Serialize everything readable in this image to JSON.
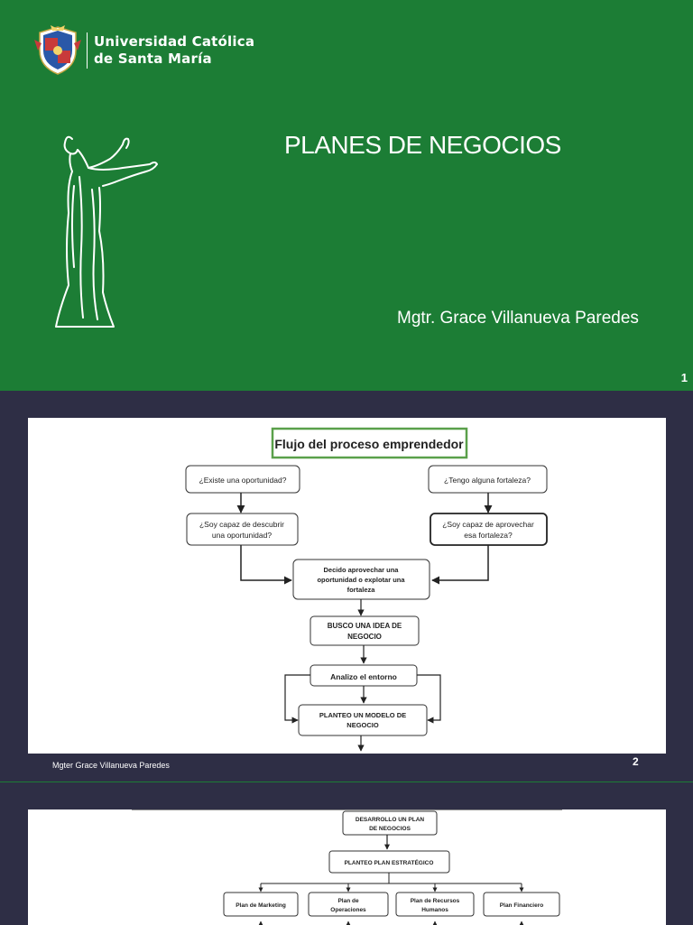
{
  "slide1": {
    "logo_line1": "Universidad Católica",
    "logo_line2": "de Santa María",
    "title": "PLANES DE NEGOCIOS",
    "author": "Mgtr. Grace Villanueva Paredes",
    "page_number": "1",
    "colors": {
      "background": "#1c7d35",
      "text": "#ffffff"
    }
  },
  "slide2": {
    "diagram_title": "Flujo del proceso emprendedor",
    "box_opportunity": "¿Existe una oportunidad?",
    "box_strength": "¿Tengo alguna fortaleza?",
    "box_discover_1": "¿Soy capaz de descubrir",
    "box_discover_2": "una oportunidad?",
    "box_leverage_1": "¿Soy capaz de aprovechar",
    "box_leverage_2": "esa fortaleza?",
    "box_decide_1": "Decido aprovechar una",
    "box_decide_2": "oportunidad o explotar una",
    "box_decide_3": "fortaleza",
    "box_idea_1": "BUSCO UNA IDEA DE",
    "box_idea_2": "NEGOCIO",
    "box_analyze": "Analizo el entorno",
    "box_model_1": "PLANTEO UN MODELO DE",
    "box_model_2": "NEGOCIO",
    "footer_author": "Mgter Grace Villanueva Paredes",
    "page_number": "2",
    "colors": {
      "background": "#2e2e45",
      "title_border": "#5aa04a"
    }
  },
  "slide3": {
    "box_plan_1": "DESARROLLO UN PLAN",
    "box_plan_2": "DE NEGOCIOS",
    "box_strategic": "PLANTEO PLAN ESTRATÉGICO",
    "box_marketing": "Plan de Marketing",
    "box_operations_1": "Plan de",
    "box_operations_2": "Operaciones",
    "box_hr_1": "Plan de Recursos",
    "box_hr_2": "Humanos",
    "box_finance": "Plan Financiero"
  }
}
